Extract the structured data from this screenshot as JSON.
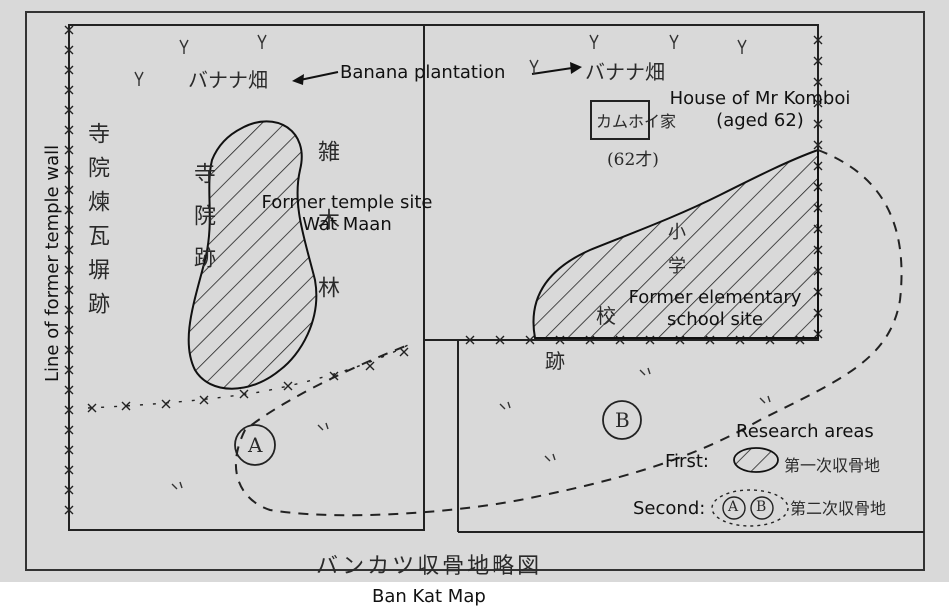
{
  "map": {
    "english_labels": {
      "banana_plantation": "Banana plantation",
      "house": "House of Mr Komboi",
      "house_age": "(aged 62)",
      "temple_site_1": "Former temple site",
      "temple_site_2": "Wat Maan",
      "wall": "Line of former temple wall",
      "school_1": "Former elementary",
      "school_2": "school site",
      "research_areas": "Research areas",
      "first": "First:",
      "second": "Second:"
    },
    "japanese_labels": {
      "banana_left": "バナナ畑",
      "banana_right": "バナナ畑",
      "house_box": "カムホイ家",
      "age": "(62才)",
      "temple_wall": "寺院煉瓦塀跡",
      "temple_site": "寺院跡",
      "mixed_forest": "雑木林",
      "school_top": "小学",
      "school_mid": "校",
      "school_bottom": "跡",
      "first_collection": "第一次収骨地",
      "second_collection": "第二次収骨地",
      "area_a": "A",
      "area_b": "B",
      "map_title_jp": "バンカツ収骨地略図"
    },
    "caption": "Ban Kat Map"
  }
}
